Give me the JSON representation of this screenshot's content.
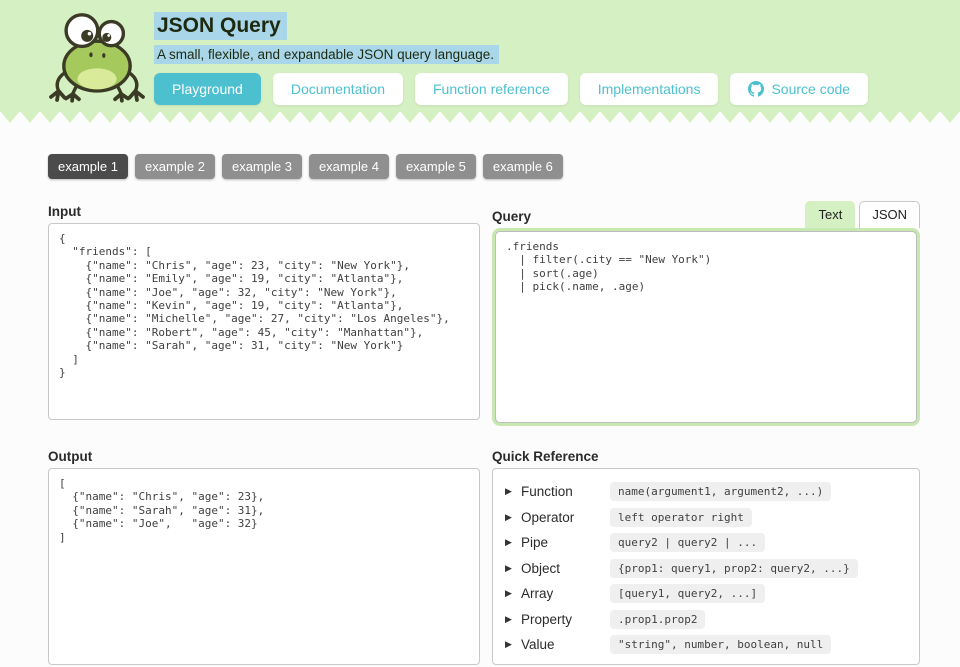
{
  "header": {
    "title": "JSON Query",
    "subtitle": "A small, flexible, and expandable JSON query language.",
    "nav": [
      {
        "label": "Playground",
        "active": true
      },
      {
        "label": "Documentation",
        "active": false
      },
      {
        "label": "Function reference",
        "active": false
      },
      {
        "label": "Implementations",
        "active": false
      },
      {
        "label": "Source code",
        "active": false,
        "icon": "github-icon"
      }
    ],
    "colors": {
      "header_background": "#d5f0c2",
      "text_highlight": "#a9d6e9",
      "accent_teal": "#4cc0cf",
      "query_border_green": "#c7e8b0"
    }
  },
  "examples": {
    "active": "example 1",
    "items": [
      "example 1",
      "example 2",
      "example 3",
      "example 4",
      "example 5",
      "example 6"
    ]
  },
  "input": {
    "label": "Input",
    "value": "{\n  \"friends\": [\n    {\"name\": \"Chris\", \"age\": 23, \"city\": \"New York\"},\n    {\"name\": \"Emily\", \"age\": 19, \"city\": \"Atlanta\"},\n    {\"name\": \"Joe\", \"age\": 32, \"city\": \"New York\"},\n    {\"name\": \"Kevin\", \"age\": 19, \"city\": \"Atlanta\"},\n    {\"name\": \"Michelle\", \"age\": 27, \"city\": \"Los Angeles\"},\n    {\"name\": \"Robert\", \"age\": 45, \"city\": \"Manhattan\"},\n    {\"name\": \"Sarah\", \"age\": 31, \"city\": \"New York\"}\n  ]\n}"
  },
  "query": {
    "label": "Query",
    "tabs": [
      {
        "label": "Text",
        "active": true
      },
      {
        "label": "JSON",
        "active": false
      }
    ],
    "value": ".friends\n  | filter(.city == \"New York\")\n  | sort(.age)\n  | pick(.name, .age)"
  },
  "output": {
    "label": "Output",
    "value": "[\n  {\"name\": \"Chris\", \"age\": 23},\n  {\"name\": \"Sarah\", \"age\": 31},\n  {\"name\": \"Joe\",   \"age\": 32}\n]"
  },
  "quick_reference": {
    "label": "Quick Reference",
    "items": [
      {
        "label": "Function",
        "code": "name(argument1, argument2, ...)"
      },
      {
        "label": "Operator",
        "code": "left operator right"
      },
      {
        "label": "Pipe",
        "code": "query2 | query2 | ..."
      },
      {
        "label": "Object",
        "code": "{prop1: query1, prop2: query2, ...}"
      },
      {
        "label": "Array",
        "code": "[query1, query2, ...]"
      },
      {
        "label": "Property",
        "code": ".prop1.prop2"
      },
      {
        "label": "Value",
        "code": "\"string\", number, boolean, null"
      }
    ]
  }
}
